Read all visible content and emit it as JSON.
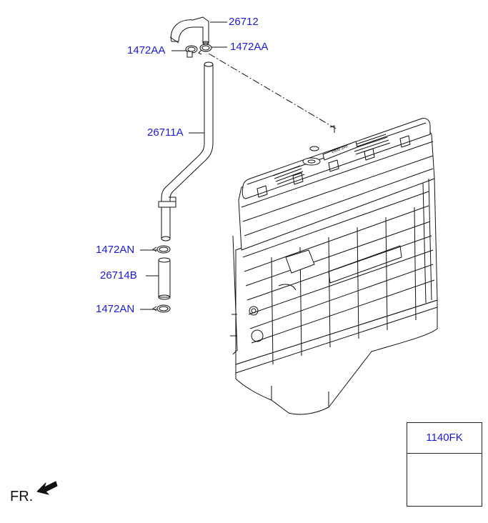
{
  "diagram": {
    "callouts": [
      {
        "id": "hose-upper",
        "label": "26712"
      },
      {
        "id": "clamp-upper-left",
        "label": "1472AA"
      },
      {
        "id": "clamp-upper-right",
        "label": "1472AA"
      },
      {
        "id": "breather-pipe",
        "label": "26711A"
      },
      {
        "id": "clamp-lower-top",
        "label": "1472AN"
      },
      {
        "id": "hose-lower",
        "label": "26714B"
      },
      {
        "id": "clamp-lower-bottom",
        "label": "1472AN"
      }
    ],
    "engine_badge": "1600 2AT",
    "legend_part": "1140FK",
    "front_label": "FR."
  },
  "colors": {
    "callout": "#1a1adc",
    "line": "#111111"
  }
}
